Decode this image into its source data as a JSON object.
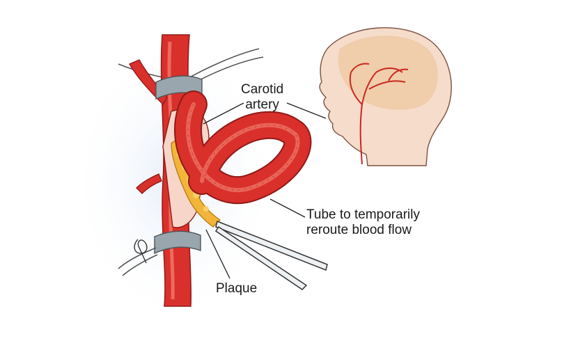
{
  "labels": {
    "carotid_line1": "Carotid",
    "carotid_line2": "artery",
    "tube_line1": "Tube to temporarily",
    "tube_line2": "reroute blood flow",
    "plaque": "Plaque"
  },
  "colors": {
    "artery": "#d9302c",
    "artery_dark": "#a11d1a",
    "artery_light": "#f07a6a",
    "plaque": "#f2b53a",
    "clamp": "#9aa6ad",
    "skin": "#f6dccb",
    "brain": "#efc9a3",
    "leader": "#222222"
  },
  "icons": [
    "artery-illustration",
    "head-profile-illustration",
    "surgical-forceps-icon",
    "artist-signature-icon"
  ]
}
